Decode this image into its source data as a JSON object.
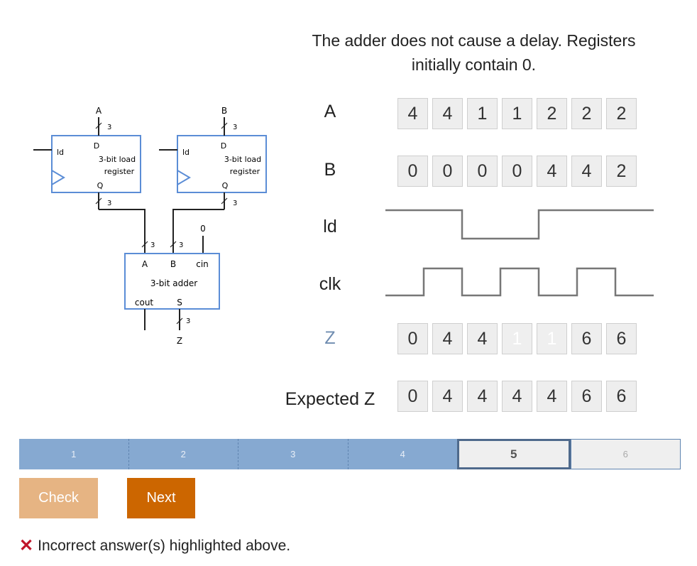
{
  "instruction": "The adder does not cause a delay. Registers initially contain 0.",
  "circuit": {
    "reg_a": {
      "input_label": "A",
      "width": "3",
      "d": "D",
      "q": "Q",
      "ld": "ld",
      "title1": "3-bit load",
      "title2": "register",
      "out_width": "3"
    },
    "reg_b": {
      "input_label": "B",
      "width": "3",
      "d": "D",
      "q": "Q",
      "ld": "ld",
      "title1": "3-bit load",
      "title2": "register",
      "out_width": "3"
    },
    "adder": {
      "a": "A",
      "b": "B",
      "cin": "cin",
      "title": "3-bit adder",
      "cout": "cout",
      "s": "S",
      "a_width": "3",
      "b_width": "3",
      "cin_value": "0",
      "s_width": "3",
      "output": "Z"
    }
  },
  "rows": {
    "a": {
      "label": "A",
      "values": [
        "4",
        "4",
        "1",
        "1",
        "2",
        "2",
        "2"
      ]
    },
    "b": {
      "label": "B",
      "values": [
        "0",
        "0",
        "0",
        "0",
        "4",
        "4",
        "2"
      ]
    },
    "ld": {
      "label": "ld",
      "levels": [
        1,
        1,
        0,
        0,
        1,
        1,
        1,
        1
      ]
    },
    "clk": {
      "label": "clk",
      "levels": [
        0,
        1,
        0,
        1,
        0,
        1,
        0
      ]
    },
    "z": {
      "label": "Z",
      "values": [
        "0",
        "4",
        "4",
        "1",
        "1",
        "6",
        "6"
      ],
      "faded": [
        false,
        false,
        false,
        true,
        true,
        false,
        false
      ]
    },
    "expected_z": {
      "label": "Expected Z",
      "values": [
        "0",
        "4",
        "4",
        "4",
        "4",
        "6",
        "6"
      ]
    }
  },
  "progress": {
    "segments": [
      {
        "label": "1",
        "state": "done"
      },
      {
        "label": "2",
        "state": "done"
      },
      {
        "label": "3",
        "state": "done"
      },
      {
        "label": "4",
        "state": "done"
      },
      {
        "label": "5",
        "state": "current"
      },
      {
        "label": "6",
        "state": "todo"
      }
    ]
  },
  "buttons": {
    "check": "Check",
    "next": "Next"
  },
  "status": {
    "icon": "x-icon",
    "message": "Incorrect answer(s) highlighted above."
  },
  "colors": {
    "register_border": "#5b8dd6",
    "progress_done": "#86a9d1",
    "check_button": "#e6b483",
    "next_button": "#cc6600",
    "error": "#c0152a",
    "z_label": "#6f8cb0"
  }
}
